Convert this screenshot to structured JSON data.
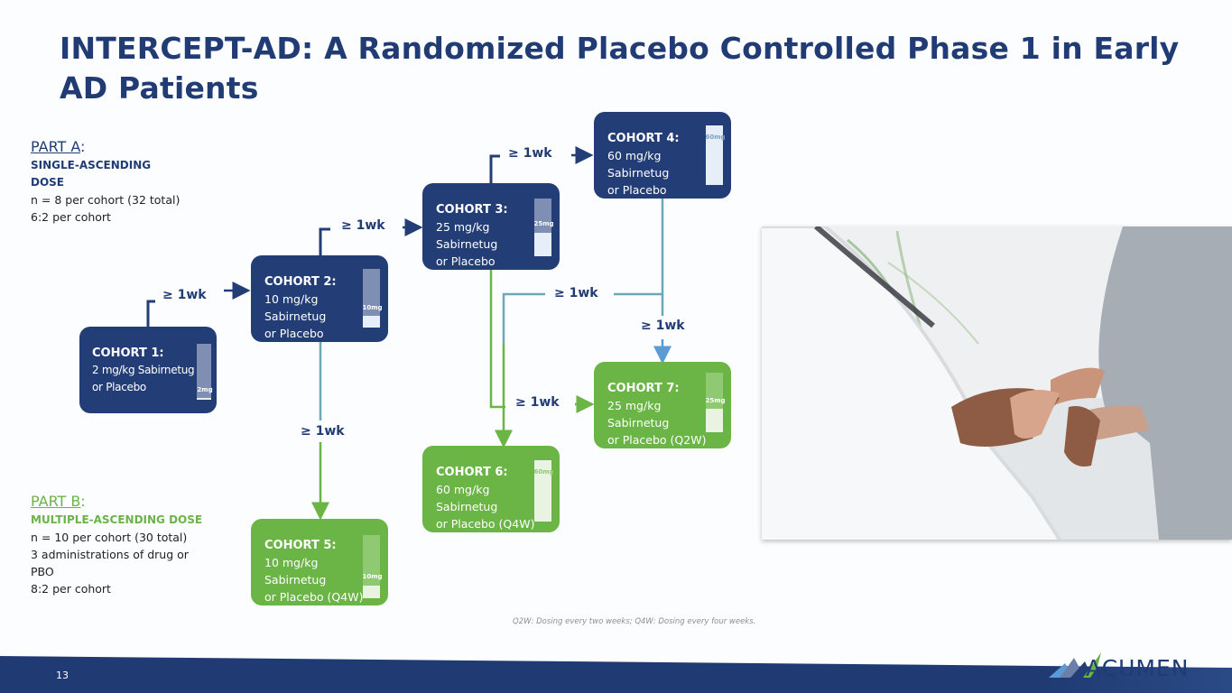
{
  "slide": {
    "title": "INTERCEPT-AD: A Randomized Placebo Controlled Phase 1 in Early AD Patients",
    "page_number": "13",
    "footnote": "Q2W: Dosing every two weeks; Q4W: Dosing every four weeks."
  },
  "part_a": {
    "heading": "PART A",
    "colon": ":",
    "subtitle": "SINGLE-ASCENDING DOSE",
    "lines": [
      "n = 8 per cohort (32 total)",
      "6:2 per cohort"
    ]
  },
  "part_b": {
    "heading": "PART B",
    "colon": ":",
    "subtitle": "MULTIPLE-ASCENDING DOSE",
    "lines": [
      "n = 10 per cohort (30 total)",
      "3 administrations of drug or PBO",
      "8:2 per cohort"
    ]
  },
  "interval_label": "≥ 1wk",
  "cohorts": [
    {
      "title": "COHORT 1:",
      "lines": [
        "2 mg/kg Sabirnetug",
        "or Placebo"
      ],
      "dose_label": "2mg",
      "dose_fraction": 0.97,
      "part": "A"
    },
    {
      "title": "COHORT 2:",
      "lines": [
        "10 mg/kg",
        "Sabirnetug",
        "or Placebo"
      ],
      "dose_label": "10mg",
      "dose_fraction": 0.8,
      "part": "A"
    },
    {
      "title": "COHORT 3:",
      "lines": [
        "25 mg/kg",
        "Sabirnetug",
        "or Placebo"
      ],
      "dose_label": "25mg",
      "dose_fraction": 0.6,
      "part": "A"
    },
    {
      "title": "COHORT 4:",
      "lines": [
        "60 mg/kg",
        "Sabirnetug",
        "or Placebo"
      ],
      "dose_label": "60mg",
      "dose_fraction": 0.0,
      "part": "A"
    },
    {
      "title": "COHORT 5:",
      "lines": [
        "10 mg/kg",
        "Sabirnetug",
        "or Placebo (Q4W)"
      ],
      "dose_label": "10mg",
      "dose_fraction": 0.8,
      "part": "B"
    },
    {
      "title": "COHORT 6:",
      "lines": [
        "60 mg/kg",
        "Sabirnetug",
        "or Placebo (Q4W)"
      ],
      "dose_label": "60mg",
      "dose_fraction": 0.0,
      "part": "B"
    },
    {
      "title": "COHORT 7:",
      "lines": [
        "25 mg/kg",
        "Sabirnetug",
        "or Placebo (Q2W)"
      ],
      "dose_label": "25mg",
      "dose_fraction": 0.6,
      "part": "B"
    }
  ],
  "brand": {
    "logo_text": "ACUMEN",
    "navy": "#233d76",
    "green": "#6bb446",
    "teal": "#6aa8b8"
  }
}
